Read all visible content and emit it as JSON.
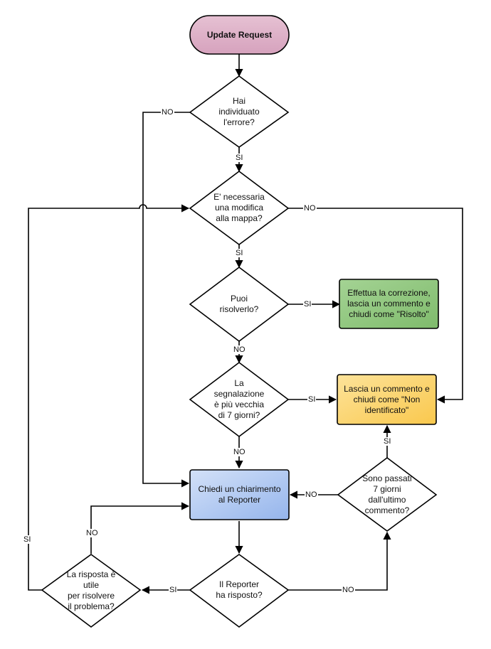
{
  "colors": {
    "start_fill": "#dfb1c8",
    "green_fill": "#8fc77c",
    "yellow_fill": "#fcd66a",
    "blue_fill": "#b3cbf3",
    "stroke": "#000000"
  },
  "nodes": {
    "start": "Update Request",
    "hai_individuato": "Hai\nindividuato\nl'errore?",
    "modifica_mappa": "E' necessaria\nuna modifica\nalla mappa?",
    "puoi_risolverlo": "Puoi\nrisolverlo?",
    "effettua_correzione": "Effettua la correzione,\nlascia un commento e\nchiudi come \"Risolto\"",
    "segnalazione_vecchia": "La\nsegnalazione\nè più vecchia\ndi 7 giorni?",
    "non_identificato": "Lascia un commento e\nchiudi come \"Non\nidentificato\"",
    "chiedi_chiarimento": "Chiedi un chiarimento\nal Reporter",
    "sette_giorni": "Sono passati\n7 giorni\ndall'ultimo\ncommento?",
    "reporter_risposto": "Il Reporter\nha risposto?",
    "risposta_utile": "La risposta è\nutile\nper risolvere\nil problema?"
  },
  "edge_labels": {
    "hai_no": "NO",
    "hai_si": "SI",
    "mappa_no": "NO",
    "mappa_si": "SI",
    "puoi_si": "SI",
    "puoi_no": "NO",
    "vecchia_si": "SI",
    "vecchia_no": "NO",
    "sette_no": "NO",
    "sette_si": "SI",
    "reporter_no": "NO",
    "reporter_si": "SI",
    "utile_no": "NO",
    "utile_si": "SI"
  }
}
